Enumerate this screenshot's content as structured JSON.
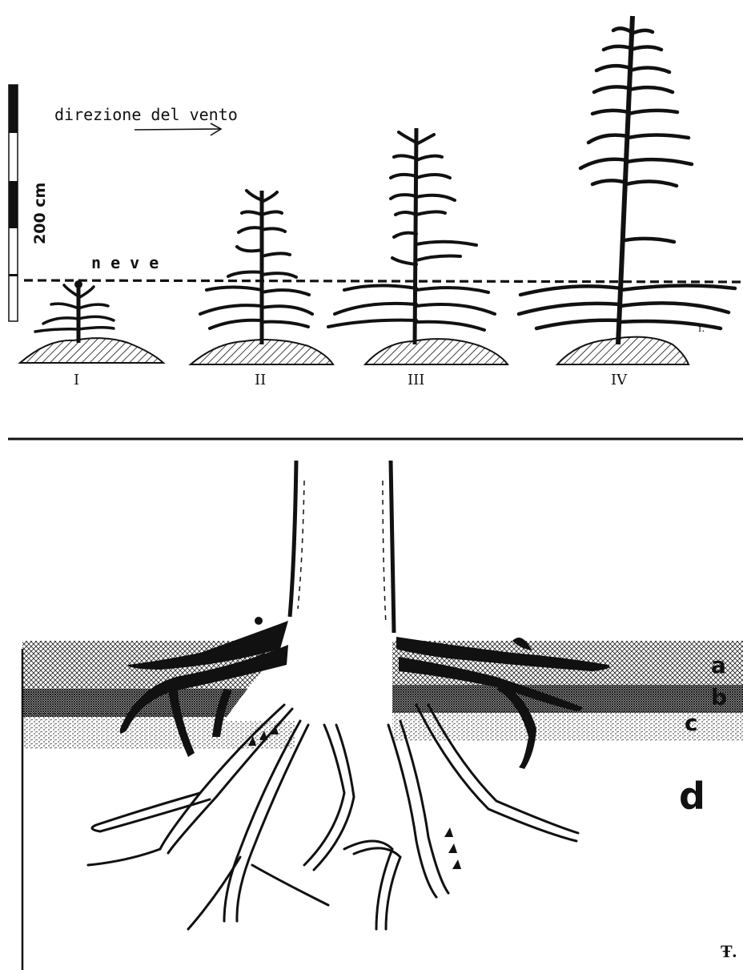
{
  "top_panel": {
    "scale_label": "200 cm",
    "wind_label": "direzione del vento",
    "snow_label": "n e v e",
    "trees": [
      {
        "numeral": "I"
      },
      {
        "numeral": "II"
      },
      {
        "numeral": "III"
      },
      {
        "numeral": "IV"
      }
    ]
  },
  "bottom_panel": {
    "layer_labels": {
      "a": "a",
      "b": "b",
      "c": "c",
      "d": "d"
    }
  },
  "colors": {
    "ink": "#111111",
    "paper": "#ffffff"
  }
}
